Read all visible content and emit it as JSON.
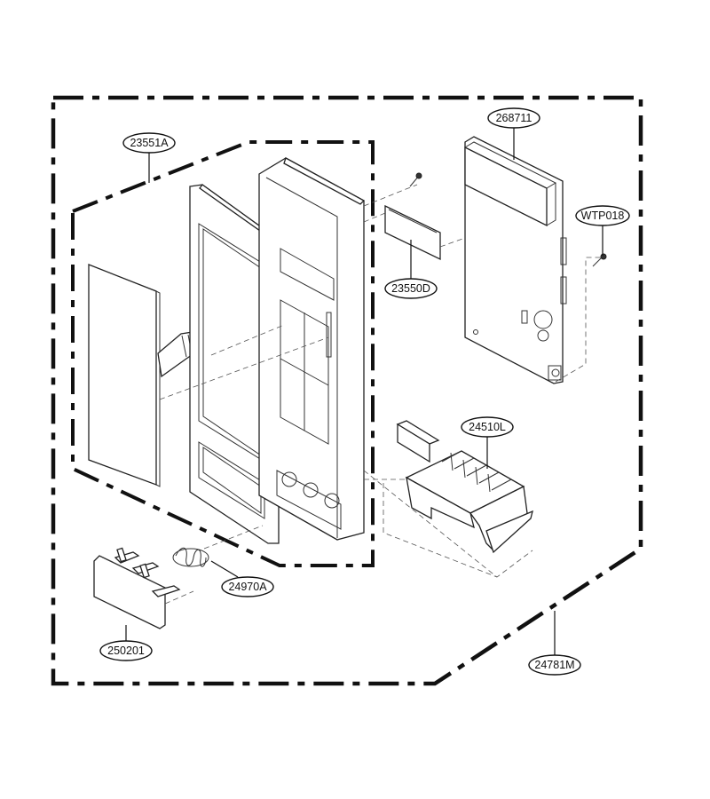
{
  "diagram": {
    "labels": {
      "p23551A": "23551A",
      "p268711": "268711",
      "pWTP018": "WTP018",
      "p23550D": "23550D",
      "p24510L": "24510L",
      "p24970A": "24970A",
      "p250201": "250201",
      "p24781M": "24781M"
    }
  }
}
